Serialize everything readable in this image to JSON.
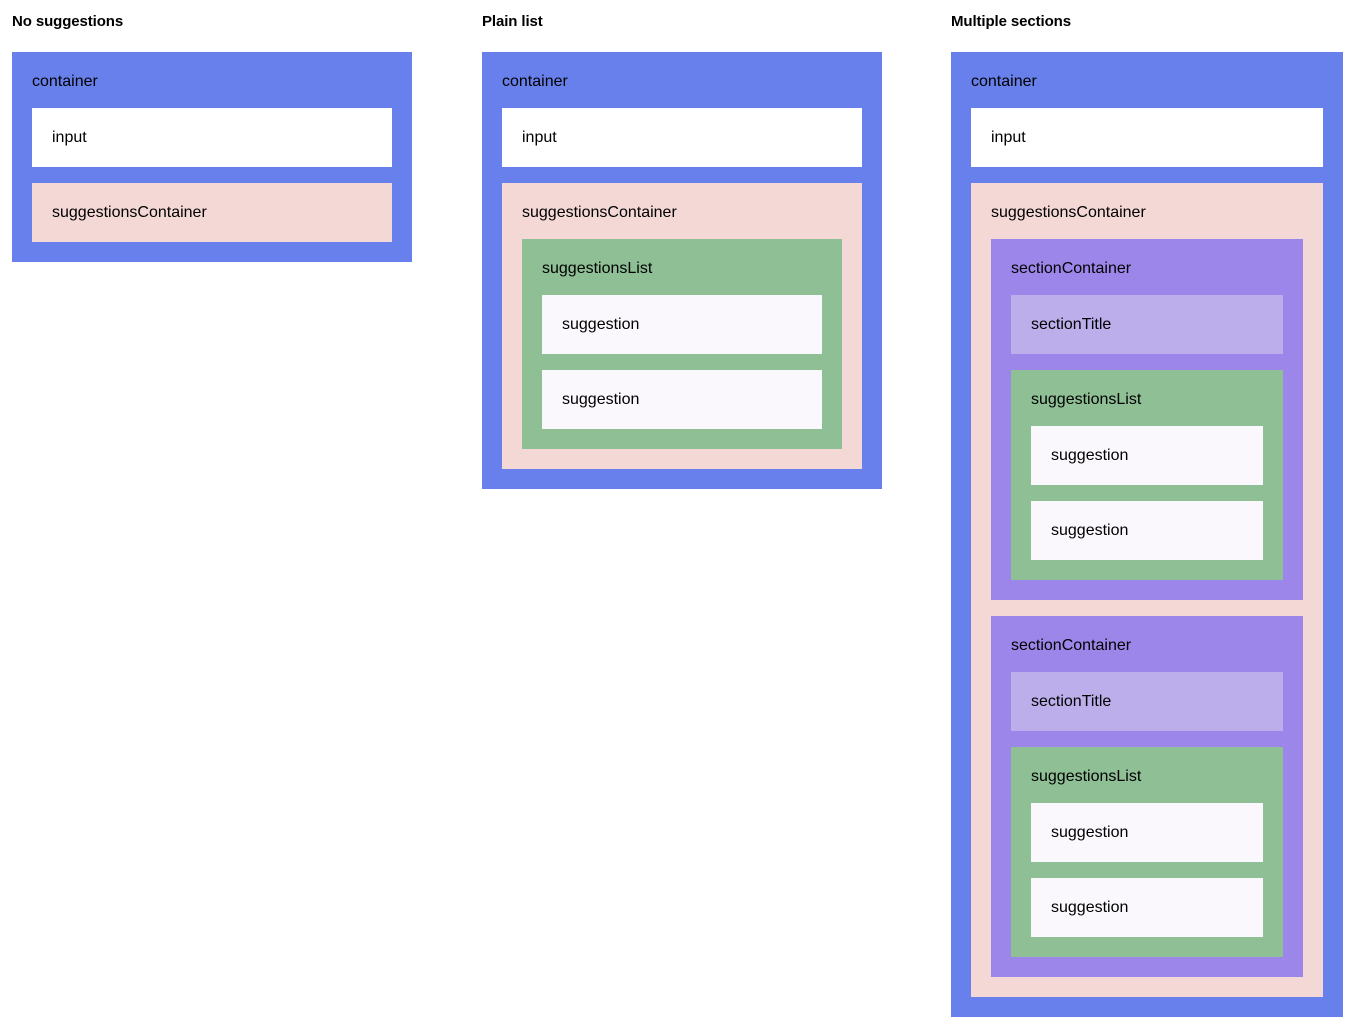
{
  "columns": [
    {
      "heading": "No suggestions",
      "labels": {
        "container": "container",
        "input": "input",
        "suggestions_container": "suggestionsContainer"
      }
    },
    {
      "heading": "Plain list",
      "labels": {
        "container": "container",
        "input": "input",
        "suggestions_container": "suggestionsContainer",
        "suggestions_list": "suggestionsList",
        "suggestion_1": "suggestion",
        "suggestion_2": "suggestion"
      }
    },
    {
      "heading": "Multiple sections",
      "labels": {
        "container": "container",
        "input": "input",
        "suggestions_container": "suggestionsContainer",
        "section_1": {
          "section_container": "sectionContainer",
          "section_title": "sectionTitle",
          "suggestions_list": "suggestionsList",
          "suggestion_1": "suggestion",
          "suggestion_2": "suggestion"
        },
        "section_2": {
          "section_container": "sectionContainer",
          "section_title": "sectionTitle",
          "suggestions_list": "suggestionsList",
          "suggestion_1": "suggestion",
          "suggestion_2": "suggestion"
        }
      }
    }
  ],
  "colors": {
    "container": "#6880eb",
    "input": "#ffffff",
    "suggestions_container": "#f3d8d6",
    "suggestions_list": "#8ebf95",
    "suggestion": "#faf7fd",
    "section_container": "#9d86ea",
    "section_title": "#bcaeeb",
    "page_background": "#ffffff",
    "text": "#000000"
  }
}
